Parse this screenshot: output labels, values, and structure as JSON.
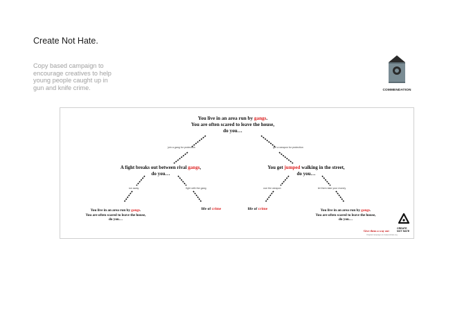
{
  "header": {
    "title": "Create Not Hate.",
    "description": "Copy based campaign to encourage creatives to help young people caught up in gun and knife crime."
  },
  "badge": {
    "label": "COMMENDATION",
    "icon": "pencil-award-icon",
    "color": "#7a8c94"
  },
  "poster": {
    "top": {
      "pre": "You live in an area run by ",
      "hl": "gangs",
      "post": ".",
      "line2": "You are often scared to leave the house,",
      "line3": "do you…"
    },
    "left": {
      "pre": "A fight breaks out between rival ",
      "hl": "gangs",
      "post": ",",
      "line2": "do you…"
    },
    "right": {
      "pre": "You get ",
      "hl": "jumped",
      "post": " walking in the street,",
      "line2": "do you…"
    },
    "leaf_ll": {
      "pre": "You live in an area run by ",
      "hl": "gangs",
      "post": ".",
      "line2": "You are often scared to leave the house,",
      "line3": "do you…"
    },
    "leaf_lr": {
      "pre": "life of ",
      "hl": "crime"
    },
    "leaf_rl": {
      "pre": "life of ",
      "hl": "crime"
    },
    "leaf_rr": {
      "pre": "You live in an area run by ",
      "hl": "gangs",
      "post": ".",
      "line2": "You are often scared to leave the house,",
      "line3": "do you…"
    },
    "choices": {
      "c1": "join a gang for protection",
      "c2": "get a weapon for protection",
      "c3": "run away",
      "c4": "fight with the gang",
      "c5": "use the weapon",
      "c6": "let them take your money"
    },
    "tagline": "Give them a way out",
    "logo_text_1": "CREATE",
    "logo_text_2": "NOT HATE",
    "credit": "Original campaign at createnothate.org",
    "highlight_color": "#d22222"
  }
}
